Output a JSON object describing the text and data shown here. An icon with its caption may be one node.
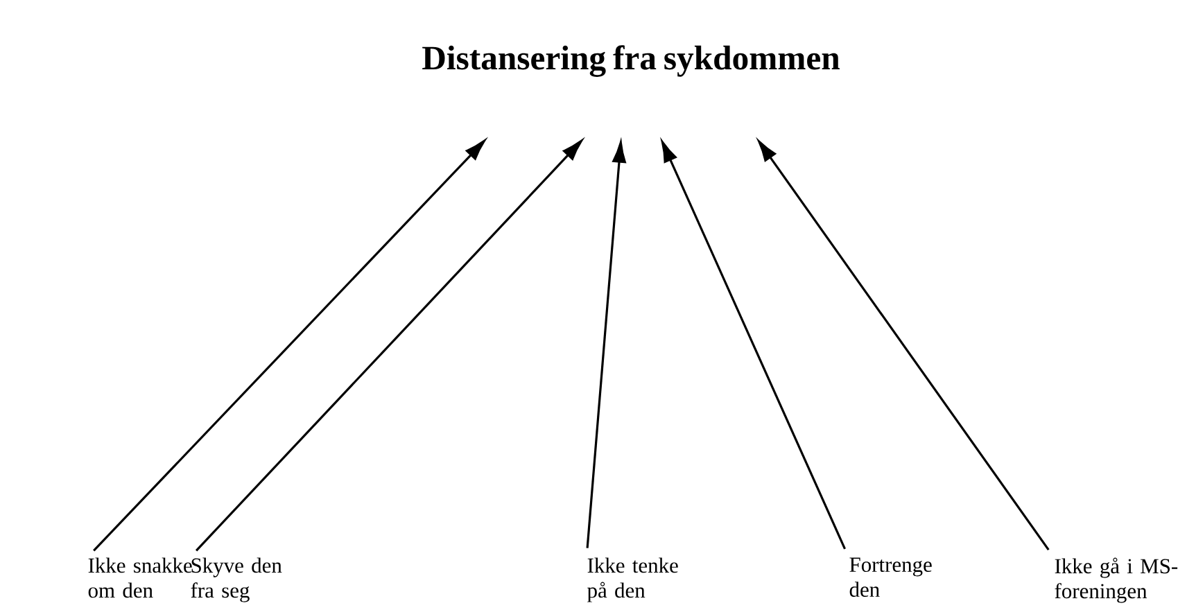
{
  "diagram": {
    "nodes": [
      {
        "text": [
          "Distansering fra sykdommen"
        ]
      },
      {
        "text": [
          "Ikke snakke om den"
        ]
      },
      {
        "text": [
          "Skyve den fra seg"
        ]
      },
      {
        "text": [
          "Ikke tenke på den"
        ]
      },
      {
        "text": [
          "Fortrenge den"
        ]
      },
      {
        "text": [
          "Ikke gå i MS-foreningen"
        ]
      }
    ],
    "edges": [
      {
        "from": 1,
        "to": 0,
        "arrow": "to"
      },
      {
        "from": 2,
        "to": 0,
        "arrow": "to"
      },
      {
        "from": 3,
        "to": 0,
        "arrow": "to"
      },
      {
        "from": 4,
        "to": 0,
        "arrow": "to"
      },
      {
        "from": 5,
        "to": 0,
        "arrow": "to"
      }
    ]
  }
}
